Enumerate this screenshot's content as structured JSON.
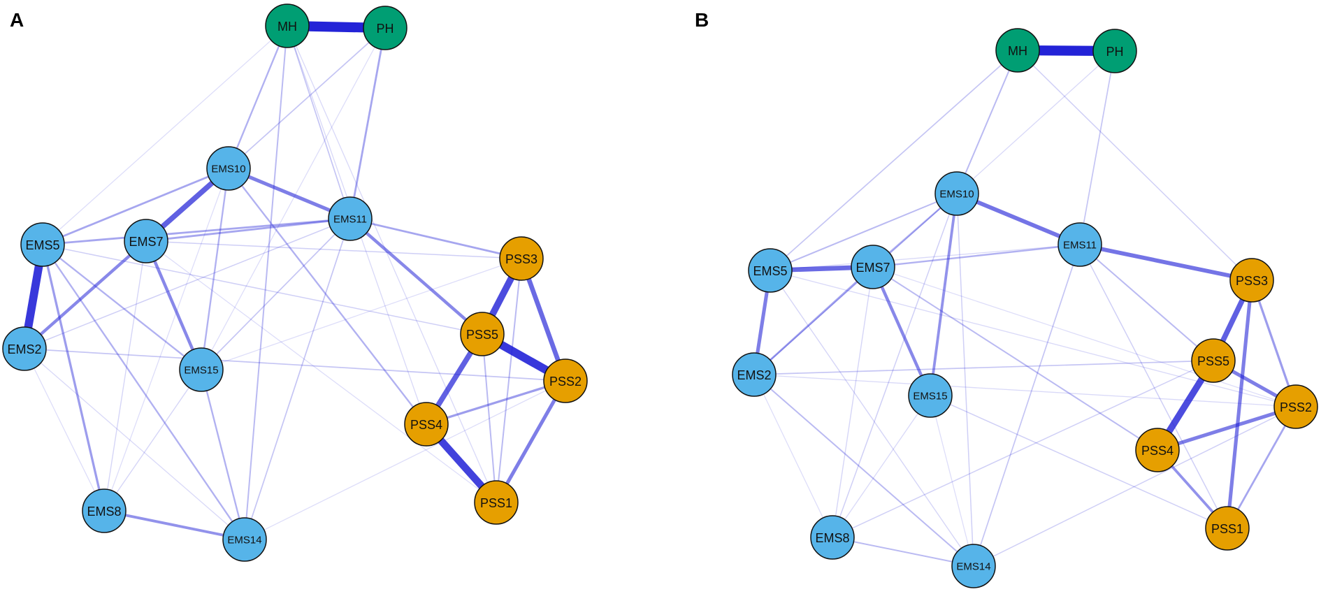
{
  "colors": {
    "ems": "#56b4e9",
    "pss": "#e69f00",
    "health": "#009e73",
    "edge": "#1f1fd6",
    "node_stroke": "#111111"
  },
  "panels": [
    {
      "id": "A",
      "label": "A",
      "nodes": [
        {
          "id": "MH",
          "label": "MH",
          "group": "health"
        },
        {
          "id": "PH",
          "label": "PH",
          "group": "health"
        },
        {
          "id": "EMS10",
          "label": "EMS10",
          "group": "ems"
        },
        {
          "id": "EMS11",
          "label": "EMS11",
          "group": "ems"
        },
        {
          "id": "EMS5",
          "label": "EMS5",
          "group": "ems"
        },
        {
          "id": "EMS7",
          "label": "EMS7",
          "group": "ems"
        },
        {
          "id": "EMS2",
          "label": "EMS2",
          "group": "ems"
        },
        {
          "id": "EMS15",
          "label": "EMS15",
          "group": "ems"
        },
        {
          "id": "EMS8",
          "label": "EMS8",
          "group": "ems"
        },
        {
          "id": "EMS14",
          "label": "EMS14",
          "group": "ems"
        },
        {
          "id": "PSS3",
          "label": "PSS3",
          "group": "pss"
        },
        {
          "id": "PSS5",
          "label": "PSS5",
          "group": "pss"
        },
        {
          "id": "PSS2",
          "label": "PSS2",
          "group": "pss"
        },
        {
          "id": "PSS4",
          "label": "PSS4",
          "group": "pss"
        },
        {
          "id": "PSS1",
          "label": "PSS1",
          "group": "pss"
        }
      ],
      "edges": [
        [
          "MH",
          "PH",
          1.0
        ],
        [
          "EMS5",
          "EMS2",
          0.9
        ],
        [
          "PSS5",
          "PSS2",
          0.9
        ],
        [
          "PSS4",
          "PSS1",
          0.85
        ],
        [
          "PSS3",
          "PSS5",
          0.8
        ],
        [
          "EMS10",
          "EMS7",
          0.7
        ],
        [
          "PSS5",
          "PSS4",
          0.7
        ],
        [
          "PSS3",
          "PSS2",
          0.65
        ],
        [
          "PSS2",
          "PSS1",
          0.55
        ],
        [
          "EMS10",
          "EMS11",
          0.55
        ],
        [
          "EMS11",
          "PSS5",
          0.5
        ],
        [
          "EMS7",
          "EMS2",
          0.5
        ],
        [
          "EMS7",
          "EMS15",
          0.5
        ],
        [
          "EMS8",
          "EMS14",
          0.45
        ],
        [
          "PSS4",
          "PSS2",
          0.4
        ],
        [
          "EMS5",
          "EMS8",
          0.4
        ],
        [
          "EMS5",
          "EMS11",
          0.35
        ],
        [
          "EMS7",
          "EMS11",
          0.35
        ],
        [
          "EMS11",
          "PSS3",
          0.35
        ],
        [
          "EMS5",
          "EMS10",
          0.35
        ],
        [
          "PH",
          "EMS11",
          0.35
        ],
        [
          "MH",
          "EMS10",
          0.3
        ],
        [
          "EMS10",
          "EMS15",
          0.3
        ],
        [
          "EMS15",
          "EMS14",
          0.3
        ],
        [
          "EMS5",
          "EMS14",
          0.3
        ],
        [
          "EMS5",
          "EMS15",
          0.3
        ],
        [
          "EMS10",
          "PSS4",
          0.3
        ],
        [
          "MH",
          "EMS14",
          0.25
        ],
        [
          "PSS5",
          "PSS1",
          0.25
        ],
        [
          "PSS3",
          "PSS1",
          0.25
        ],
        [
          "EMS11",
          "EMS15",
          0.2
        ],
        [
          "EMS11",
          "EMS14",
          0.2
        ],
        [
          "PH",
          "EMS10",
          0.2
        ],
        [
          "MH",
          "EMS11",
          0.2
        ],
        [
          "EMS2",
          "PSS2",
          0.2
        ],
        [
          "EMS5",
          "PSS5",
          0.15
        ],
        [
          "EMS7",
          "PSS3",
          0.15
        ],
        [
          "EMS2",
          "EMS11",
          0.15
        ],
        [
          "EMS15",
          "EMS8",
          0.12
        ],
        [
          "EMS7",
          "EMS8",
          0.12
        ],
        [
          "EMS2",
          "EMS14",
          0.1
        ],
        [
          "MH",
          "PSS1",
          0.1
        ],
        [
          "MH",
          "PSS4",
          0.1
        ],
        [
          "MH",
          "EMS5",
          0.08
        ],
        [
          "EMS14",
          "PSS2",
          0.08
        ],
        [
          "EMS10",
          "EMS8",
          0.08
        ],
        [
          "EMS2",
          "EMS8",
          0.08
        ],
        [
          "PH",
          "EMS15",
          0.08
        ],
        [
          "EMS15",
          "PSS3",
          0.08
        ],
        [
          "EMS7",
          "PSS1",
          0.08
        ]
      ]
    },
    {
      "id": "B",
      "label": "B",
      "nodes": [
        {
          "id": "MH",
          "label": "MH",
          "group": "health"
        },
        {
          "id": "PH",
          "label": "PH",
          "group": "health"
        },
        {
          "id": "EMS10",
          "label": "EMS10",
          "group": "ems"
        },
        {
          "id": "EMS11",
          "label": "EMS11",
          "group": "ems"
        },
        {
          "id": "EMS5",
          "label": "EMS5",
          "group": "ems"
        },
        {
          "id": "EMS7",
          "label": "EMS7",
          "group": "ems"
        },
        {
          "id": "EMS2",
          "label": "EMS2",
          "group": "ems"
        },
        {
          "id": "EMS15",
          "label": "EMS15",
          "group": "ems"
        },
        {
          "id": "EMS8",
          "label": "EMS8",
          "group": "ems"
        },
        {
          "id": "EMS14",
          "label": "EMS14",
          "group": "ems"
        },
        {
          "id": "PSS3",
          "label": "PSS3",
          "group": "pss"
        },
        {
          "id": "PSS5",
          "label": "PSS5",
          "group": "pss"
        },
        {
          "id": "PSS2",
          "label": "PSS2",
          "group": "pss"
        },
        {
          "id": "PSS4",
          "label": "PSS4",
          "group": "pss"
        },
        {
          "id": "PSS1",
          "label": "PSS1",
          "group": "pss"
        }
      ],
      "edges": [
        [
          "MH",
          "PH",
          1.0
        ],
        [
          "PSS5",
          "PSS4",
          0.8
        ],
        [
          "PSS3",
          "PSS5",
          0.7
        ],
        [
          "EMS5",
          "EMS7",
          0.65
        ],
        [
          "EMS11",
          "PSS3",
          0.6
        ],
        [
          "EMS10",
          "EMS11",
          0.6
        ],
        [
          "EMS5",
          "EMS2",
          0.55
        ],
        [
          "PSS4",
          "PSS2",
          0.55
        ],
        [
          "PSS5",
          "PSS2",
          0.55
        ],
        [
          "PSS3",
          "PSS1",
          0.55
        ],
        [
          "EMS7",
          "EMS15",
          0.5
        ],
        [
          "EMS10",
          "EMS15",
          0.45
        ],
        [
          "PSS4",
          "PSS1",
          0.45
        ],
        [
          "PSS3",
          "PSS2",
          0.4
        ],
        [
          "PSS2",
          "PSS1",
          0.35
        ],
        [
          "EMS7",
          "EMS2",
          0.35
        ],
        [
          "EMS7",
          "EMS11",
          0.3
        ],
        [
          "EMS7",
          "EMS10",
          0.3
        ],
        [
          "EMS11",
          "PSS5",
          0.25
        ],
        [
          "EMS5",
          "EMS10",
          0.25
        ],
        [
          "EMS7",
          "PSS4",
          0.25
        ],
        [
          "EMS2",
          "EMS14",
          0.25
        ],
        [
          "EMS8",
          "EMS14",
          0.25
        ],
        [
          "MH",
          "EMS10",
          0.25
        ],
        [
          "PH",
          "EMS11",
          0.2
        ],
        [
          "EMS11",
          "EMS14",
          0.2
        ],
        [
          "EMS2",
          "PSS5",
          0.2
        ],
        [
          "EMS2",
          "EMS10",
          0.2
        ],
        [
          "MH",
          "EMS5",
          0.2
        ],
        [
          "EMS8",
          "PSS5",
          0.15
        ],
        [
          "EMS14",
          "PSS2",
          0.15
        ],
        [
          "EMS15",
          "PSS1",
          0.15
        ],
        [
          "MH",
          "PSS3",
          0.15
        ],
        [
          "EMS11",
          "PSS1",
          0.15
        ],
        [
          "EMS8",
          "EMS10",
          0.15
        ],
        [
          "EMS10",
          "EMS14",
          0.15
        ],
        [
          "EMS5",
          "EMS14",
          0.12
        ],
        [
          "EMS7",
          "EMS8",
          0.12
        ],
        [
          "EMS5",
          "PSS2",
          0.1
        ],
        [
          "EMS15",
          "EMS8",
          0.1
        ],
        [
          "PH",
          "EMS10",
          0.1
        ],
        [
          "EMS2",
          "PSS2",
          0.1
        ],
        [
          "EMS5",
          "EMS11",
          0.1
        ],
        [
          "EMS15",
          "EMS14",
          0.08
        ],
        [
          "EMS2",
          "EMS8",
          0.08
        ],
        [
          "EMS7",
          "PSS2",
          0.08
        ]
      ]
    }
  ]
}
